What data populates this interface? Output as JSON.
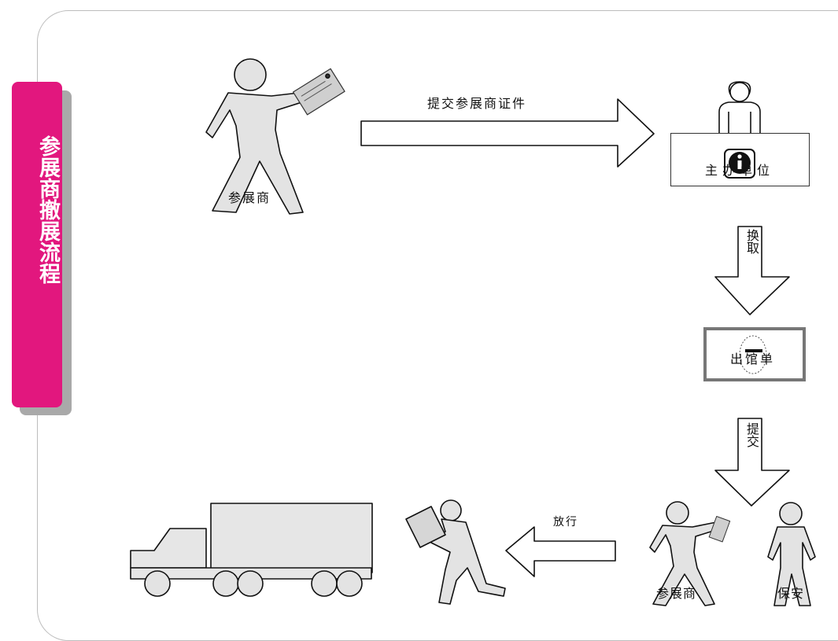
{
  "sidebar": {
    "title": "参展商撤展流程"
  },
  "labels": {
    "exhibitor_top": "参展商",
    "submit_certificate": "提交参展商证件",
    "organizer": "主办单位",
    "exchange": "换取",
    "exit_slip": "出馆单",
    "submit": "提交",
    "exhibitor_bottom": "参展商",
    "security": "保安",
    "release": "放行"
  },
  "colors": {
    "accent": "#e2177e",
    "shadow": "#a9a9a9",
    "figure_fill": "#e3e3e3"
  },
  "icons": [
    "person-holding-card-icon",
    "receptionist-icon",
    "info-icon",
    "stamp-icon",
    "person-carrying-box-icon",
    "truck-icon",
    "guard-icon"
  ]
}
